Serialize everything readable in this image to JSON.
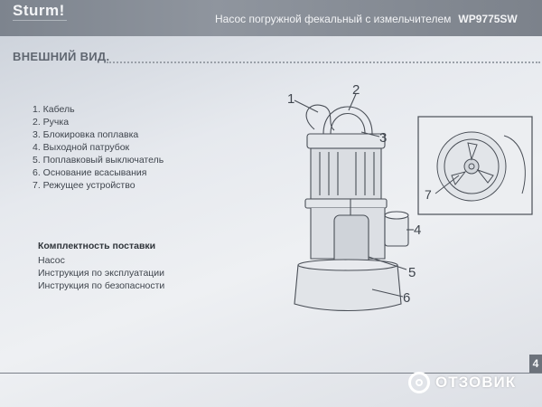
{
  "header": {
    "brand": "Sturm!",
    "title": "Насос погружной фекальный с измельчителем",
    "model": "WP9775SW"
  },
  "section": {
    "title": "ВНЕШНИЙ ВИД."
  },
  "parts": [
    "1. Кабель",
    "2. Ручка",
    "3. Блокировка поплавка",
    "4. Выходной патрубок",
    "5. Поплавковый выключатель",
    "6. Основание всасывания",
    "7. Режущее устройство"
  ],
  "kit": {
    "title": "Комплектность поставки",
    "items": [
      "Насос",
      "Инструкция по эксплуатации",
      "Инструкция по безопасности"
    ]
  },
  "diagram_labels": [
    "1",
    "2",
    "3",
    "4",
    "5",
    "6",
    "7"
  ],
  "footer": {
    "page": "4"
  },
  "watermark": {
    "text": "ОТЗОВИК"
  },
  "colors": {
    "header": "#858b94",
    "text": "#3f454d",
    "watermark": "#ffffff"
  }
}
